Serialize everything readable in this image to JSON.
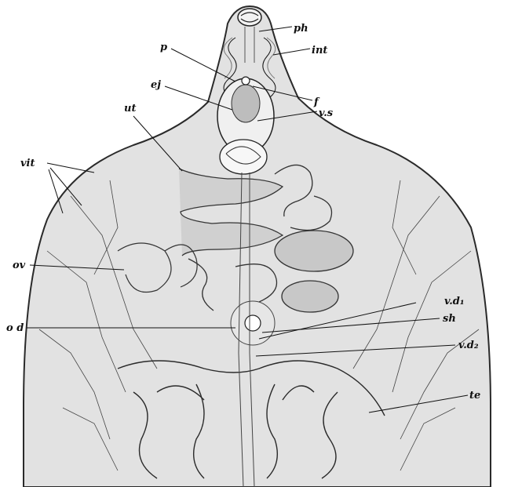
{
  "figure": {
    "labels": {
      "ph": "ph",
      "int": "int",
      "p": "p",
      "f": "f",
      "ej": "ej",
      "vs": "v.s",
      "ut": "ut",
      "vit": "vit",
      "ov": "ov",
      "vd1": "v.d₁",
      "sh": "sh",
      "od": "o d",
      "vd2": "v.d₂",
      "te": "te"
    }
  }
}
